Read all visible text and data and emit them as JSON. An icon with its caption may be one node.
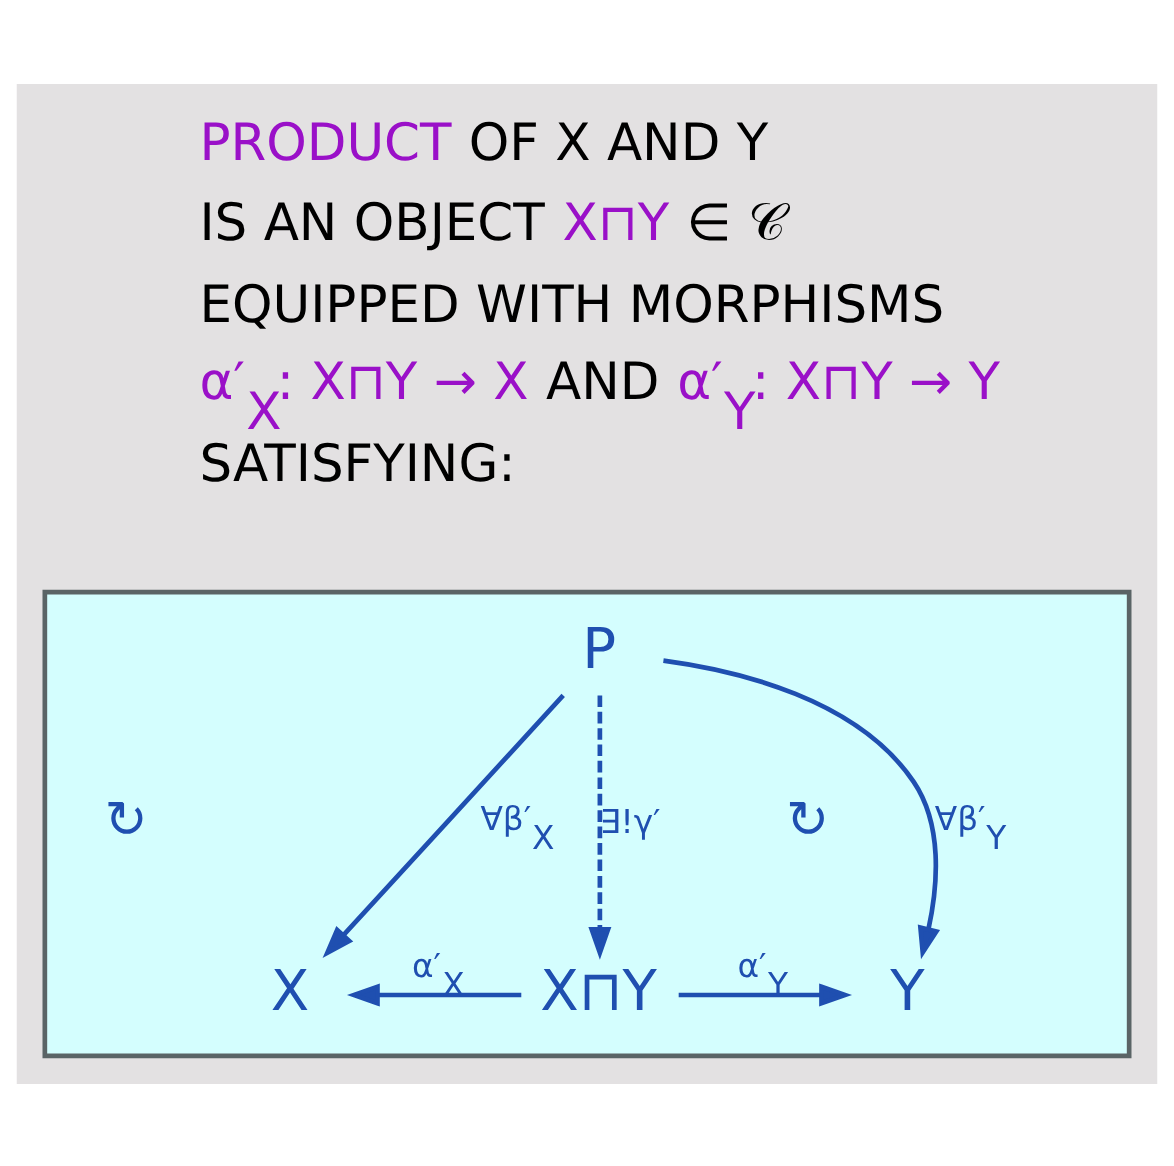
{
  "diagram": {
    "nodes": [
      {
        "text": [],
        "shape": "box"
      },
      {
        "text": [
          "P"
        ],
        "in": 0
      },
      {
        "text": [
          "X"
        ],
        "in": 0
      },
      {
        "text": [
          "X⊓Y"
        ],
        "in": 0
      },
      {
        "text": [
          "Y"
        ],
        "in": 0
      }
    ],
    "edges": [
      {
        "from": 1,
        "to": 2,
        "arrow": "to",
        "label": "∀β′$_{X}$"
      },
      {
        "from": 1,
        "to": 3,
        "arrow": "to",
        "label": "∃!γ′",
        "style": "dashed"
      },
      {
        "from": 1,
        "to": 4,
        "arrow": "to",
        "label": "∀β′$_{Y}$"
      },
      {
        "from": 3,
        "to": 2,
        "arrow": "to",
        "label": "α′$_{X}$"
      },
      {
        "from": 3,
        "to": 4,
        "arrow": "to",
        "label": "α′$_{Y}$"
      }
    ],
    "labels": [
      "PRODUCT",
      "OF X AND Y",
      "IS AN OBJECT",
      "X⊓Y",
      "∈ 𝒞",
      "EQUIPPED WITH MORPHISMS",
      "α′$_{X}$: X⊓Y → X",
      "AND",
      "α′$_{Y}$: X⊓Y → Y",
      "SATISFYING:",
      "↻",
      "↻"
    ]
  }
}
